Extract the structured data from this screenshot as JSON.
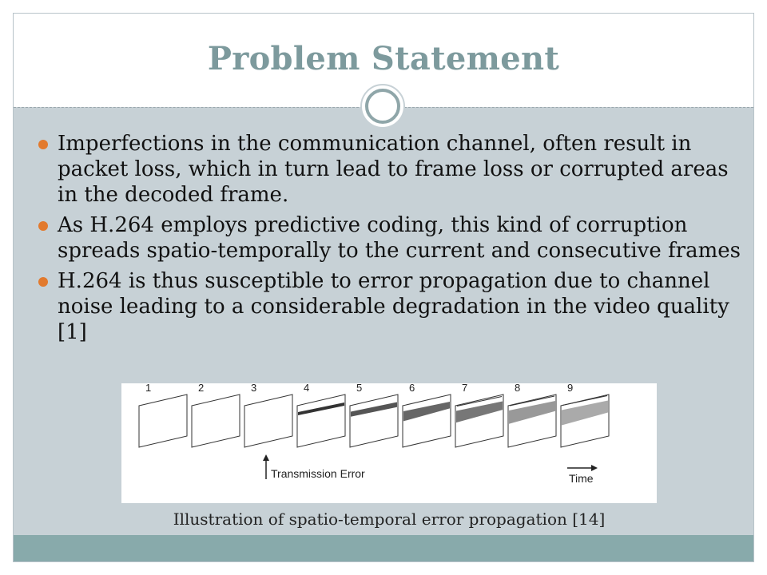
{
  "title": "Problem Statement",
  "bullets": [
    "Imperfections in the communication channel, often result in packet loss, which in turn lead to frame loss or corrupted areas in the decoded frame.",
    "As H.264 employs predictive coding, this kind of corruption spreads spatio-temporally to the current and consecutive frames",
    "H.264 is thus susceptible to error propagation due to channel noise leading to a considerable degradation in the video quality [1]"
  ],
  "figure": {
    "frame_numbers": [
      "1",
      "2",
      "3",
      "4",
      "5",
      "6",
      "7",
      "8",
      "9"
    ],
    "transmission_label": "Transmission Error",
    "time_label": "Time"
  },
  "caption": "Illustration of spatio-temporal error propagation [14]",
  "colors": {
    "title": "#7d9a9d",
    "bullet": "#e27a2e",
    "background": "#c7d1d6",
    "footer": "#88aaab"
  }
}
